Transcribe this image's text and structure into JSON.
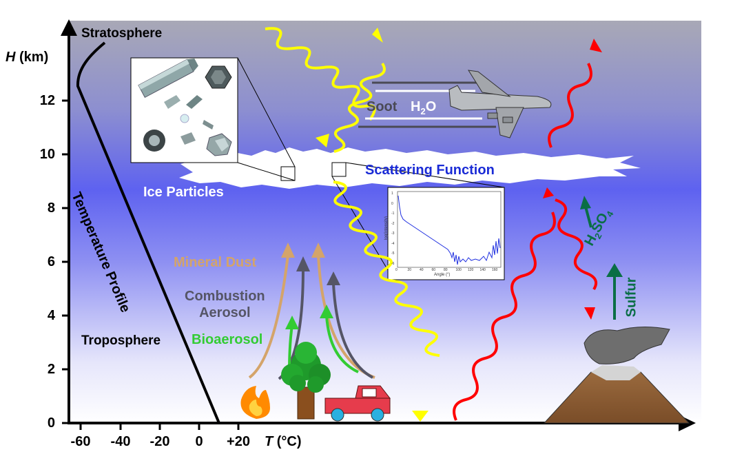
{
  "axes": {
    "y_label_var": "H",
    "y_label_unit": " (km)",
    "x_label_var": "T",
    "x_label_unit": " (°C)",
    "y_ticks": [
      "0",
      "2",
      "4",
      "6",
      "8",
      "10",
      "12"
    ],
    "x_ticks": [
      "-60",
      "-40",
      "-20",
      "0",
      "+20"
    ]
  },
  "labels": {
    "stratosphere": "Stratosphere",
    "troposphere": "Troposphere",
    "temperature_profile": "Temperature Profile",
    "ice_particles": "Ice Particles",
    "scattering_function": "Scattering Function",
    "soot": "Soot",
    "h2o_main": "H",
    "h2o_sub": "2",
    "h2o_end": "O",
    "mineral_dust": "Mineral Dust",
    "combustion_line1": "Combustion",
    "combustion_line2": "Aerosol",
    "bioaerosol": "Bioaerosol",
    "h2so4_h": "H",
    "h2so4_2": "2",
    "h2so4_so": "SO",
    "h2so4_4": "4",
    "sulfur": "Sulfur"
  },
  "inset_plot": {
    "xlabel": "Angle (°)",
    "ylabel": "log(intensity)",
    "x_ticks": [
      "0",
      "20",
      "40",
      "60",
      "80",
      "100",
      "120",
      "140",
      "160"
    ],
    "y_ticks": [
      "1",
      "0",
      "-1",
      "-2",
      "-3",
      "-4",
      "-5",
      "-6"
    ]
  },
  "colors": {
    "sky_top": "#a9a9b8",
    "sky_band": "#5f63f0",
    "sky_bottom": "#ffffff",
    "solar": "#ffff00",
    "thermal": "#ff0000",
    "mineral_dust": "#d4a46a",
    "combustion": "#555566",
    "bioaerosol": "#33cc33",
    "sulfur_green": "#0a6e46",
    "scattering_text": "#1a2bd6"
  }
}
